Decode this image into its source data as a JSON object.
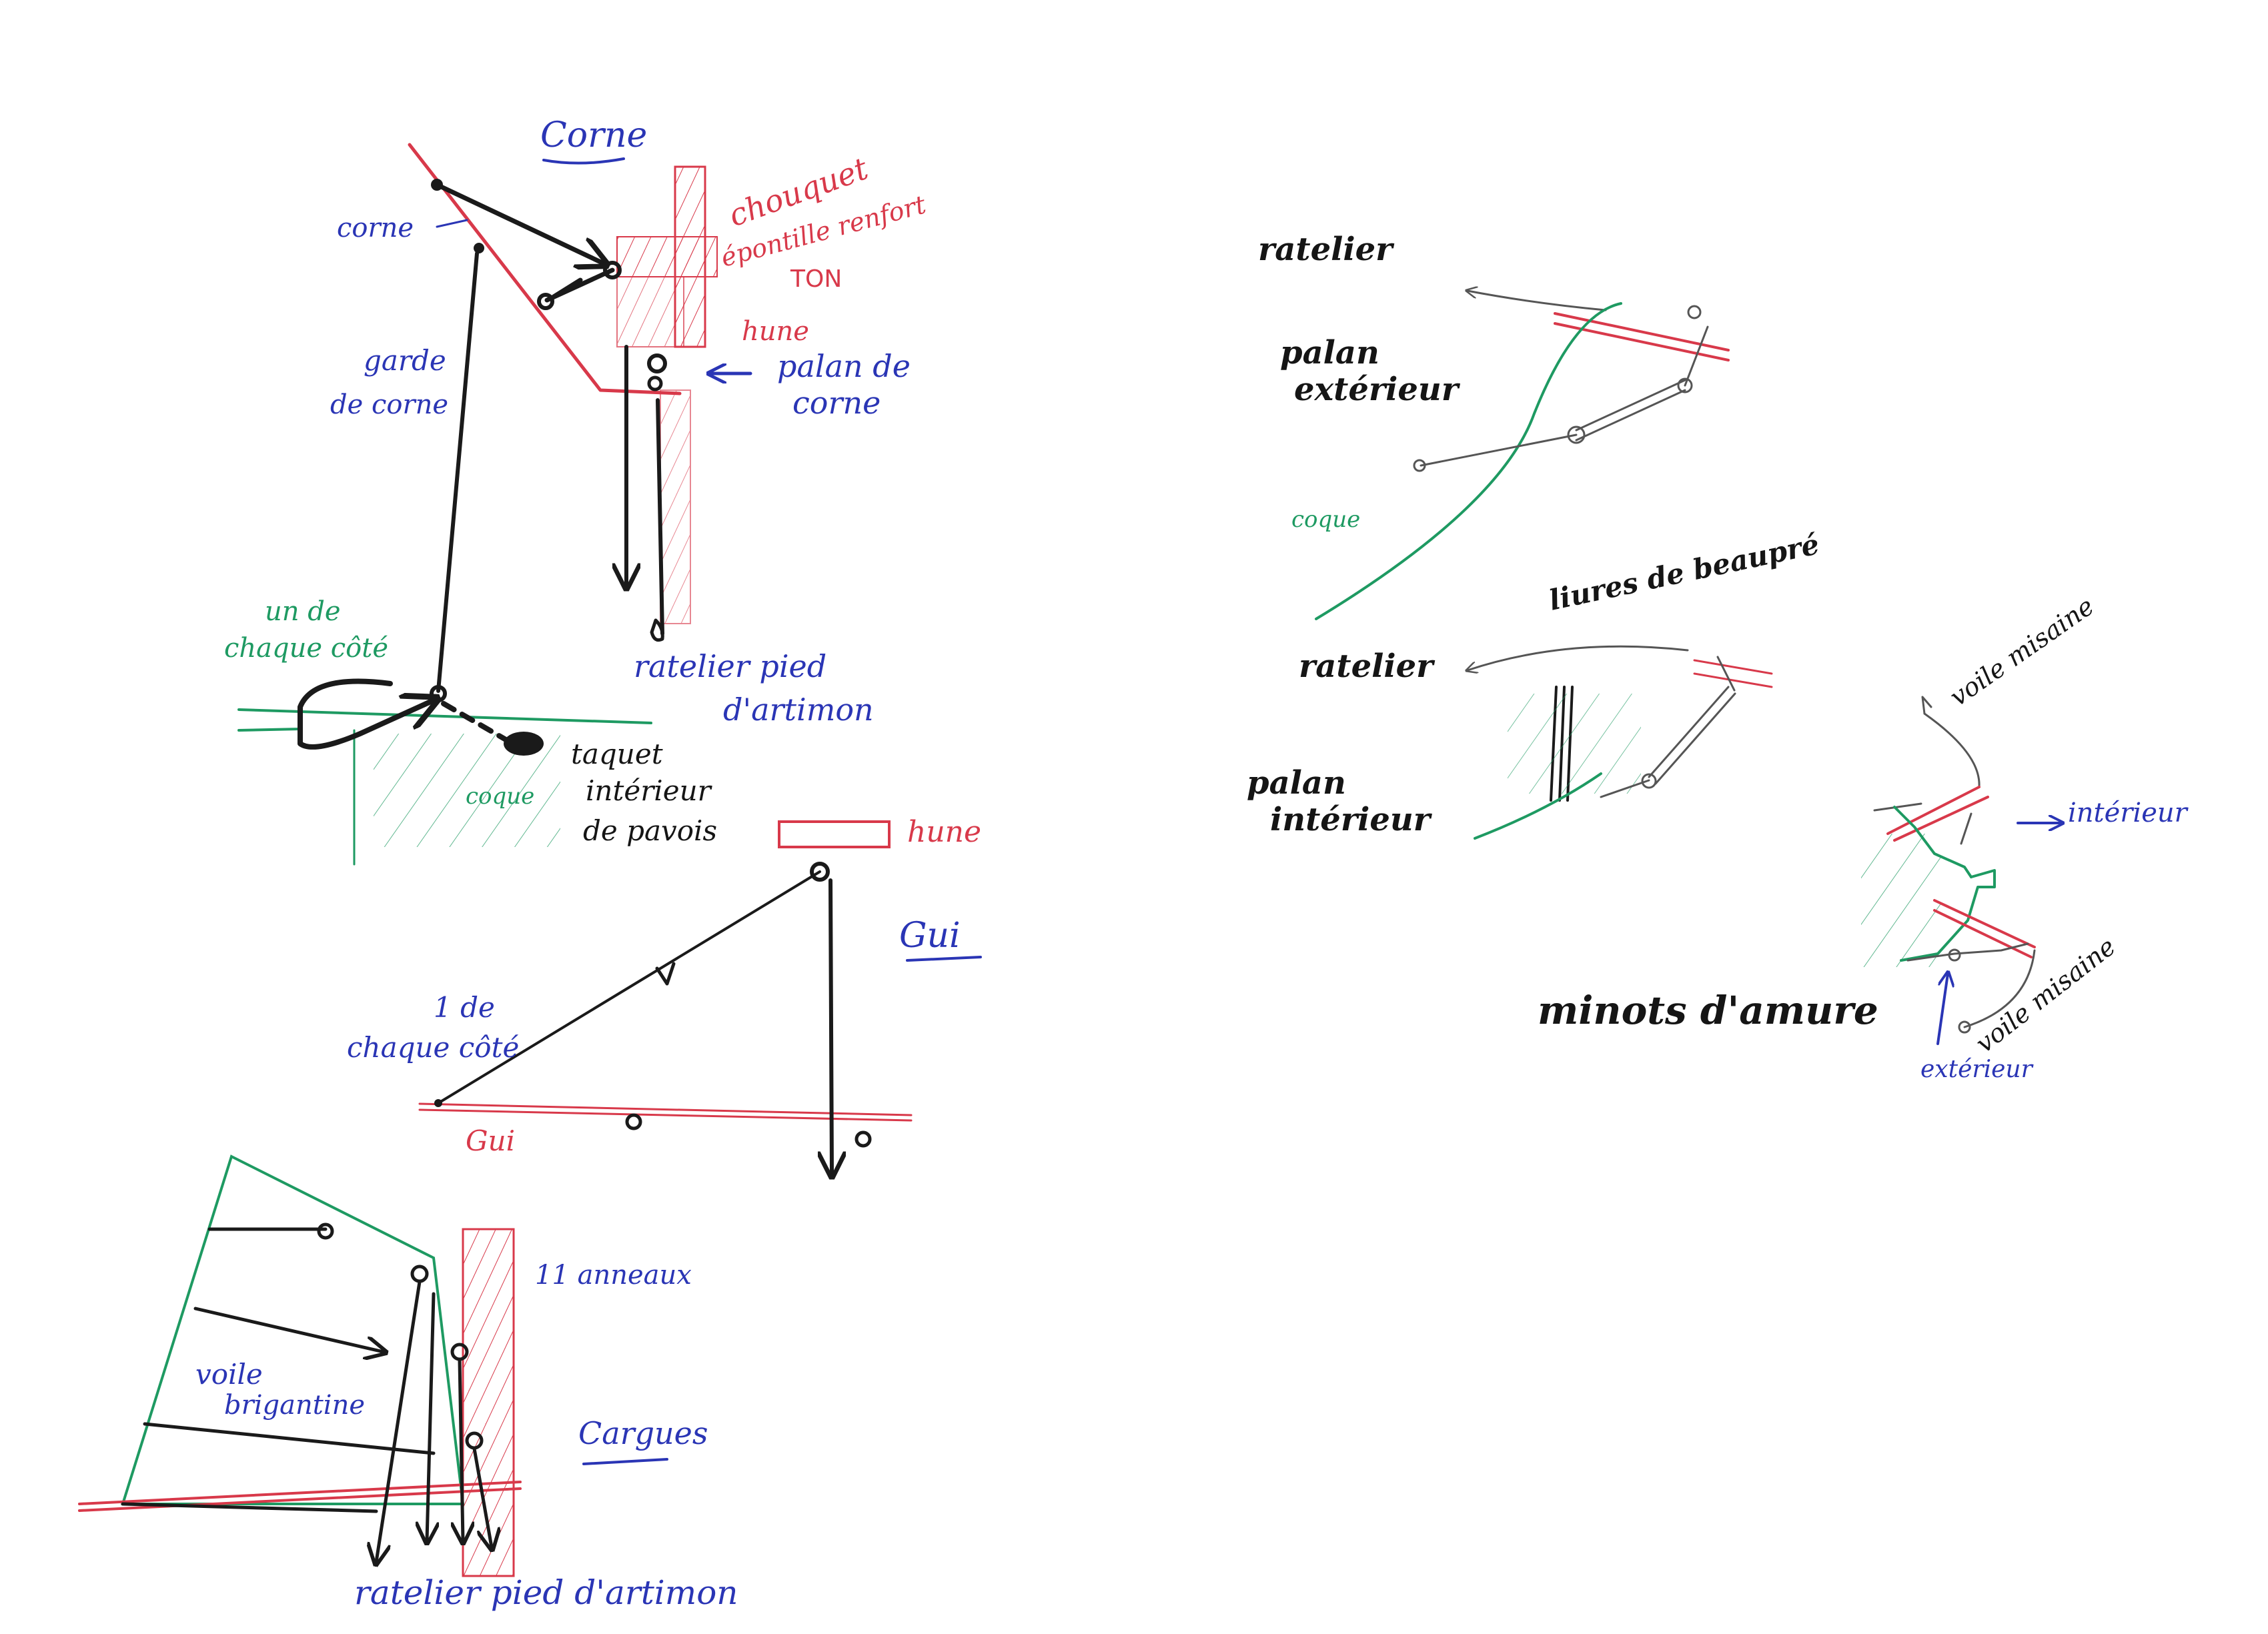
{
  "colors": {
    "ink_black": "#1a1a1a",
    "ink_blue": "#2a35b5",
    "ink_red": "#d8394a",
    "ink_green": "#1e9a62",
    "paper": "#ffffff"
  },
  "corne_diagram": {
    "title": "Corne",
    "label_corne": "corne",
    "label_chouquet": "chouquet",
    "label_epontille": "épontille renfort",
    "label_ton": "TON",
    "label_hune": "hune",
    "label_palan_1": "palan de",
    "label_palan_2": "corne",
    "label_garde_1": "garde",
    "label_garde_2": "de corne",
    "label_un_de": "un de",
    "label_chaque_cote": "chaque côté",
    "label_ratelier_1": "ratelier pied",
    "label_ratelier_2": "d'artimon",
    "label_coque": "coque",
    "label_taquet_1": "taquet",
    "label_taquet_2": "intérieur",
    "label_taquet_3": "de pavois",
    "label_hune_box": "hune"
  },
  "gui_diagram": {
    "title": "Gui",
    "label_1_de": "1 de",
    "label_chaque_cote": "chaque côté",
    "label_gui": "Gui"
  },
  "brigantine_diagram": {
    "label_anneaux": "11 anneaux",
    "label_voile": "voile",
    "label_brigantine": "brigantine",
    "label_cargues": "Cargues",
    "label_ratelier": "ratelier pied d'artimon"
  },
  "beaupre_diagram": {
    "label_ratelier_top": "ratelier",
    "label_palan_ext_1": "palan",
    "label_palan_ext_2": "extérieur",
    "label_coque": "coque",
    "label_liures": "liures de beaupré",
    "label_ratelier_mid": "ratelier",
    "label_palan_int_1": "palan",
    "label_palan_int_2": "intérieur"
  },
  "misaine_diagram": {
    "label_voile_misaine_top": "voile misaine",
    "label_interieur": "intérieur",
    "label_minots": "minots d'amure",
    "label_voile_misaine_bottom": "voile misaine",
    "label_exterieur": "extérieur"
  }
}
